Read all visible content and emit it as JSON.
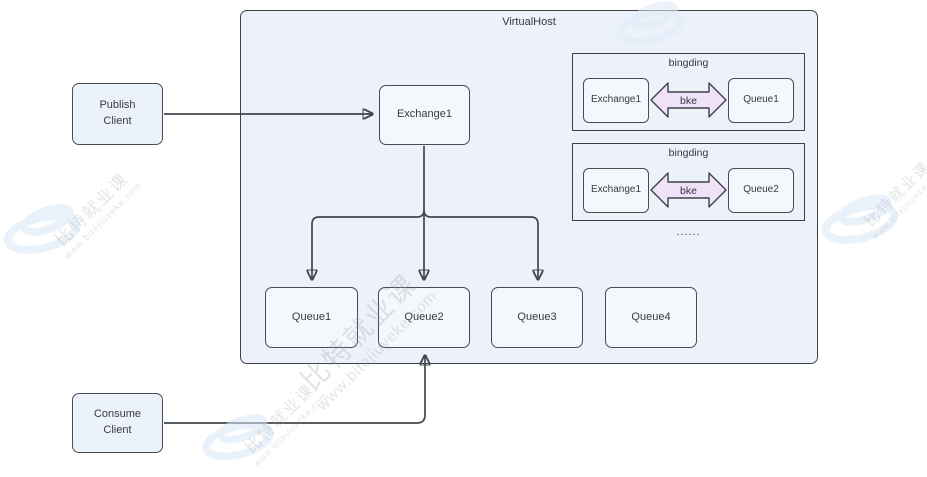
{
  "diagram": {
    "virtualhost": {
      "title": "VirtualHost"
    },
    "clients": {
      "publish": {
        "label": "Publish\nClient"
      },
      "consume": {
        "label": "Consume\nClient"
      }
    },
    "exchange": {
      "label": "Exchange1"
    },
    "queues": [
      {
        "label": "Queue1"
      },
      {
        "label": "Queue2"
      },
      {
        "label": "Queue3"
      },
      {
        "label": "Queue4"
      }
    ],
    "binding_groups": [
      {
        "title": "bingding",
        "exchange": "Exchange1",
        "arrow_label": "bke",
        "queue": "Queue1"
      },
      {
        "title": "bingding",
        "exchange": "Exchange1",
        "arrow_label": "bke",
        "queue": "Queue2"
      }
    ],
    "ellipsis": "......",
    "watermark": {
      "brand_cn": "比特就业课",
      "brand_url": "www.bitejiuyeke.com"
    }
  },
  "colors": {
    "virtualhost_fill": "#edf2fa",
    "node_fill": "#f4f8fd",
    "client_fill": "#ecf2fb",
    "border": "#3d4248",
    "wire": "#42474d",
    "binding_arrow_fill": "#efe1f7",
    "watermark_blue": "#d8e8f7",
    "watermark_gray": "#9aa0a8"
  }
}
